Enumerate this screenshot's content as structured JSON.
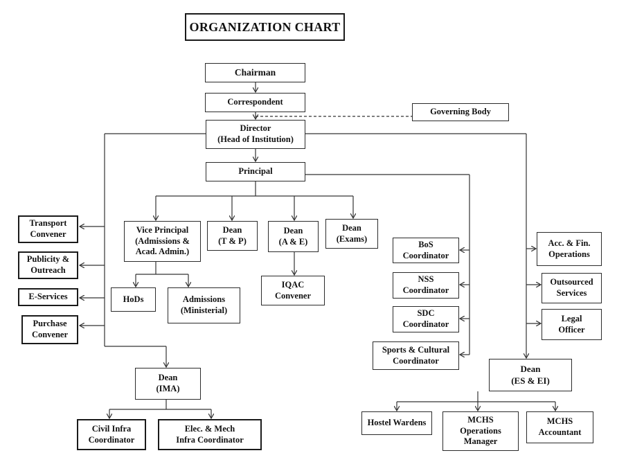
{
  "title": "ORGANIZATION CHART",
  "nodes": {
    "chairman": "Chairman",
    "correspondent": "Correspondent",
    "governing_body": "Governing Body",
    "director": "Director\n(Head of Institution)",
    "principal": "Principal",
    "vice_principal": "Vice Principal\n(Admissions &\nAcad. Admin.)",
    "dean_tp": "Dean\n(T & P)",
    "dean_ae": "Dean\n(A & E)",
    "dean_exams": "Dean\n(Exams)",
    "iqac": "IQAC\nConvener",
    "hods": "HoDs",
    "admissions": "Admissions\n(Ministerial)",
    "transport": "Transport\nConvener",
    "publicity": "Publicity &\nOutreach",
    "eservices": "E-Services",
    "purchase": "Purchase\nConvener",
    "dean_ima": "Dean\n(IMA)",
    "civil_infra": "Civil Infra\nCoordinator",
    "elec_mech": "Elec. & Mech\nInfra Coordinator",
    "bos": "BoS\nCoordinator",
    "nss": "NSS\nCoordinator",
    "sdc": "SDC\nCoordinator",
    "sports": "Sports & Cultural\nCoordinator",
    "acc_fin": "Acc. & Fin.\nOperations",
    "outsourced": "Outsourced\nServices",
    "legal": "Legal\nOfficer",
    "dean_es": "Dean\n(ES & EI)",
    "hostel": "Hostel Wardens",
    "mchs_ops": "MCHS\nOperations\nManager",
    "mchs_acc": "MCHS\nAccountant"
  }
}
